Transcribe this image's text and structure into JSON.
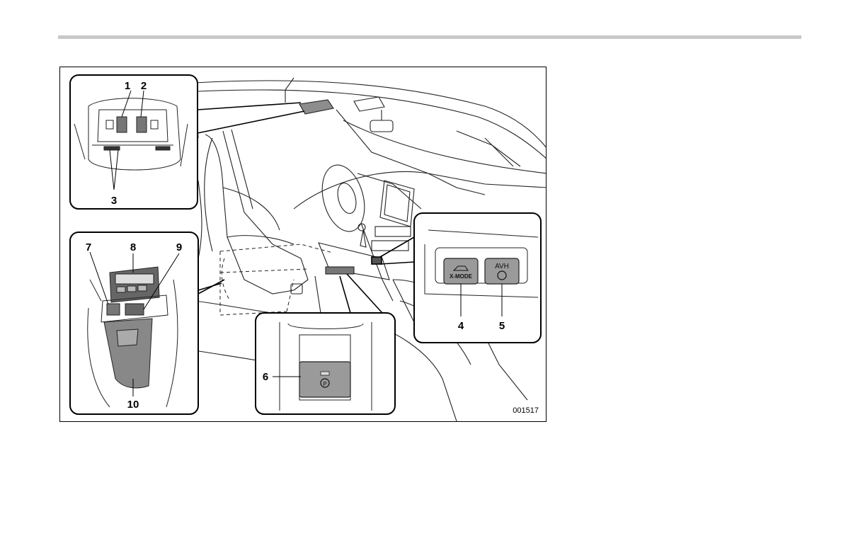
{
  "callouts": {
    "c1": "1",
    "c2": "2",
    "c3": "3",
    "c4": "4",
    "c5": "5",
    "c6": "6",
    "c7": "7",
    "c8": "8",
    "c9": "9",
    "c10": "10"
  },
  "buttons": {
    "xmode_label": "X-MODE",
    "avh_label": "AVH"
  },
  "figure_id": "001517"
}
